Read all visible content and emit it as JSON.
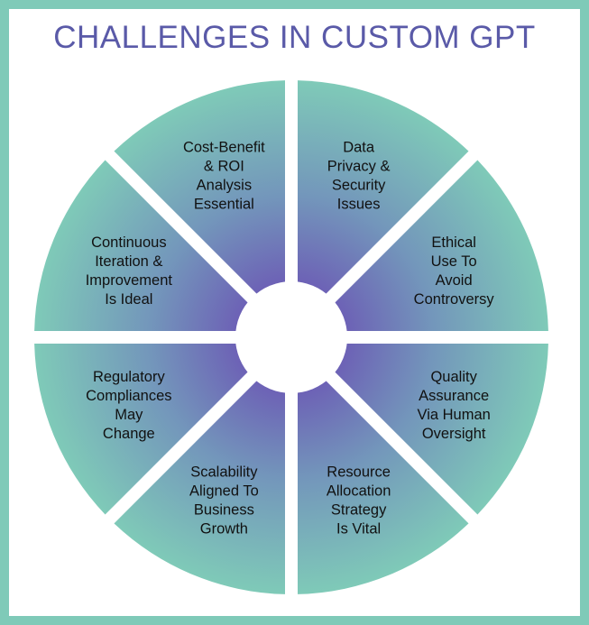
{
  "title": "CHALLENGES IN CUSTOM GPT",
  "colors": {
    "frame": "#7fcab8",
    "segment_outer": "#7fcab8",
    "segment_inner": "#6c5cb5",
    "title": "#5a5aa8"
  },
  "segments": [
    {
      "lines": [
        "Data",
        "Privacy &",
        "Security",
        "Issues"
      ]
    },
    {
      "lines": [
        "Ethical",
        "Use To",
        "Avoid",
        "Controversy"
      ]
    },
    {
      "lines": [
        "Quality",
        "Assurance",
        "Via Human",
        "Oversight"
      ]
    },
    {
      "lines": [
        "Resource",
        "Allocation",
        "Strategy",
        "Is Vital"
      ]
    },
    {
      "lines": [
        "Scalability",
        "Aligned To",
        "Business",
        "Growth"
      ]
    },
    {
      "lines": [
        "Regulatory",
        "Compliances",
        "May",
        "Change"
      ]
    },
    {
      "lines": [
        "Continuous",
        "Iteration &",
        "Improvement",
        "Is Ideal"
      ]
    },
    {
      "lines": [
        "Cost-Benefit",
        "& ROI",
        "Analysis",
        "Essential"
      ]
    }
  ]
}
